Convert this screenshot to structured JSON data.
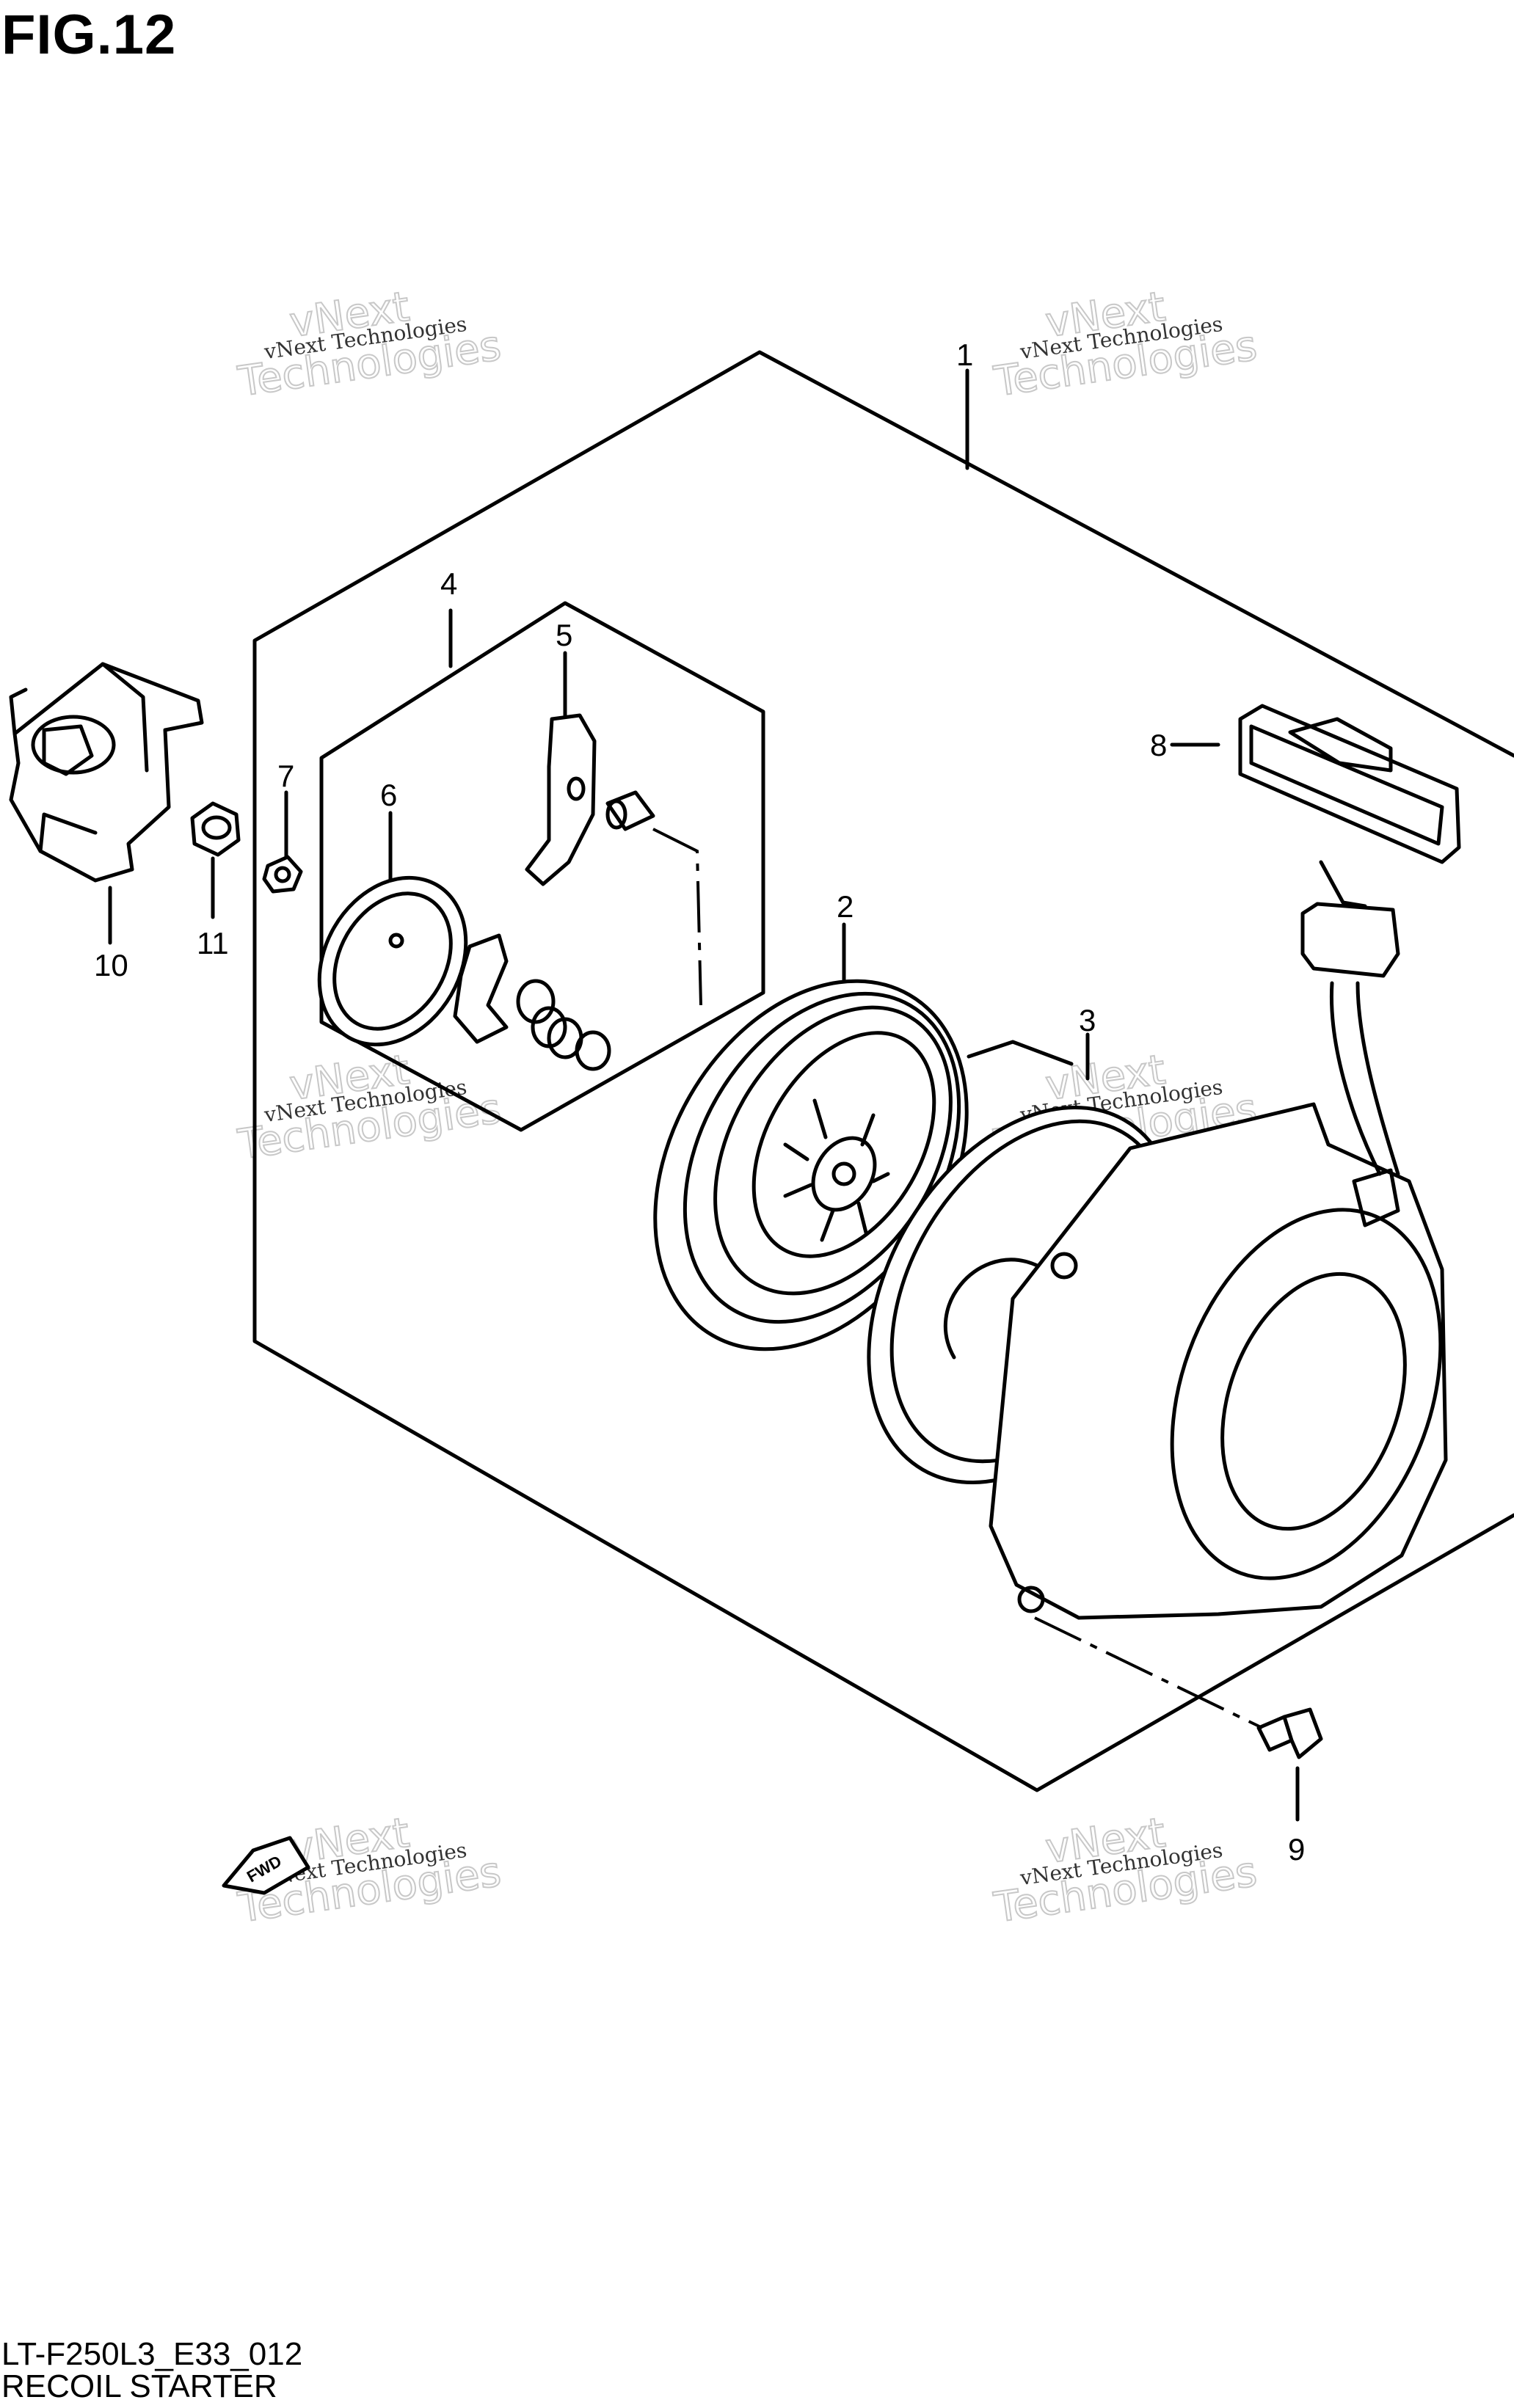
{
  "figure": {
    "title": "FIG.12",
    "code": "LT-F250L3_E33_012",
    "name": "RECOIL STARTER",
    "fwd_label": "FWD"
  },
  "callouts": [
    {
      "id": "1",
      "label": "1"
    },
    {
      "id": "2",
      "label": "2"
    },
    {
      "id": "3",
      "label": "3"
    },
    {
      "id": "4",
      "label": "4"
    },
    {
      "id": "5",
      "label": "5"
    },
    {
      "id": "6",
      "label": "6"
    },
    {
      "id": "7",
      "label": "7"
    },
    {
      "id": "8",
      "label": "8"
    },
    {
      "id": "9",
      "label": "9"
    },
    {
      "id": "10",
      "label": "10"
    },
    {
      "id": "11",
      "label": "11"
    }
  ],
  "watermark": {
    "line1": "vNext Technologies",
    "big_top": "vNext",
    "big_bottom": "Technologies"
  }
}
